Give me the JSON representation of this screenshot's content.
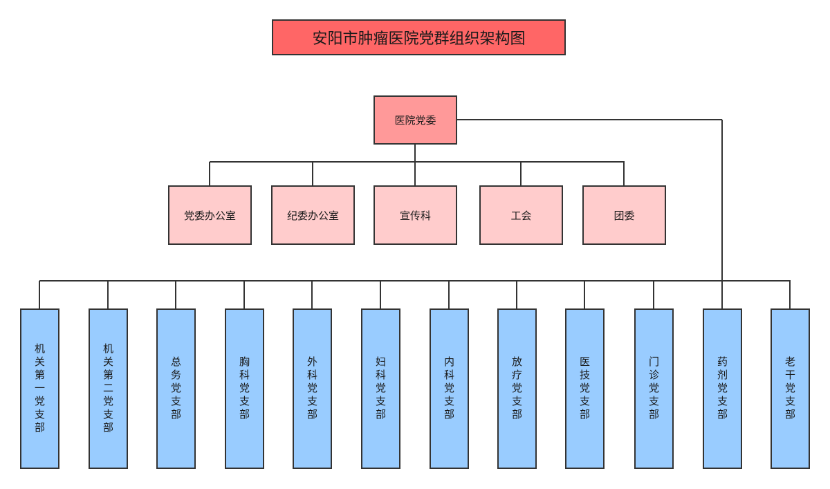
{
  "title": "安阳市肿瘤医院党群组织架构图",
  "colors": {
    "title_fill": "#ff6666",
    "root_fill": "#ff9999",
    "dept_fill": "#ffcccc",
    "branch_fill": "#99ccff",
    "line": "#333333"
  },
  "root": {
    "label": "医院党委"
  },
  "departments": [
    {
      "label": "党委办公室"
    },
    {
      "label": "纪委办公室"
    },
    {
      "label": "宣传科"
    },
    {
      "label": "工会"
    },
    {
      "label": "团委"
    }
  ],
  "branches": [
    {
      "label": "机关第一党支部"
    },
    {
      "label": "机关第二党支部"
    },
    {
      "label": "总务党支部"
    },
    {
      "label": "胸科党支部"
    },
    {
      "label": "外科党支部"
    },
    {
      "label": "妇科党支部"
    },
    {
      "label": "内科党支部"
    },
    {
      "label": "放疗党支部"
    },
    {
      "label": "医技党支部"
    },
    {
      "label": "门诊党支部"
    },
    {
      "label": "药剂党支部"
    },
    {
      "label": "老干党支部"
    }
  ]
}
